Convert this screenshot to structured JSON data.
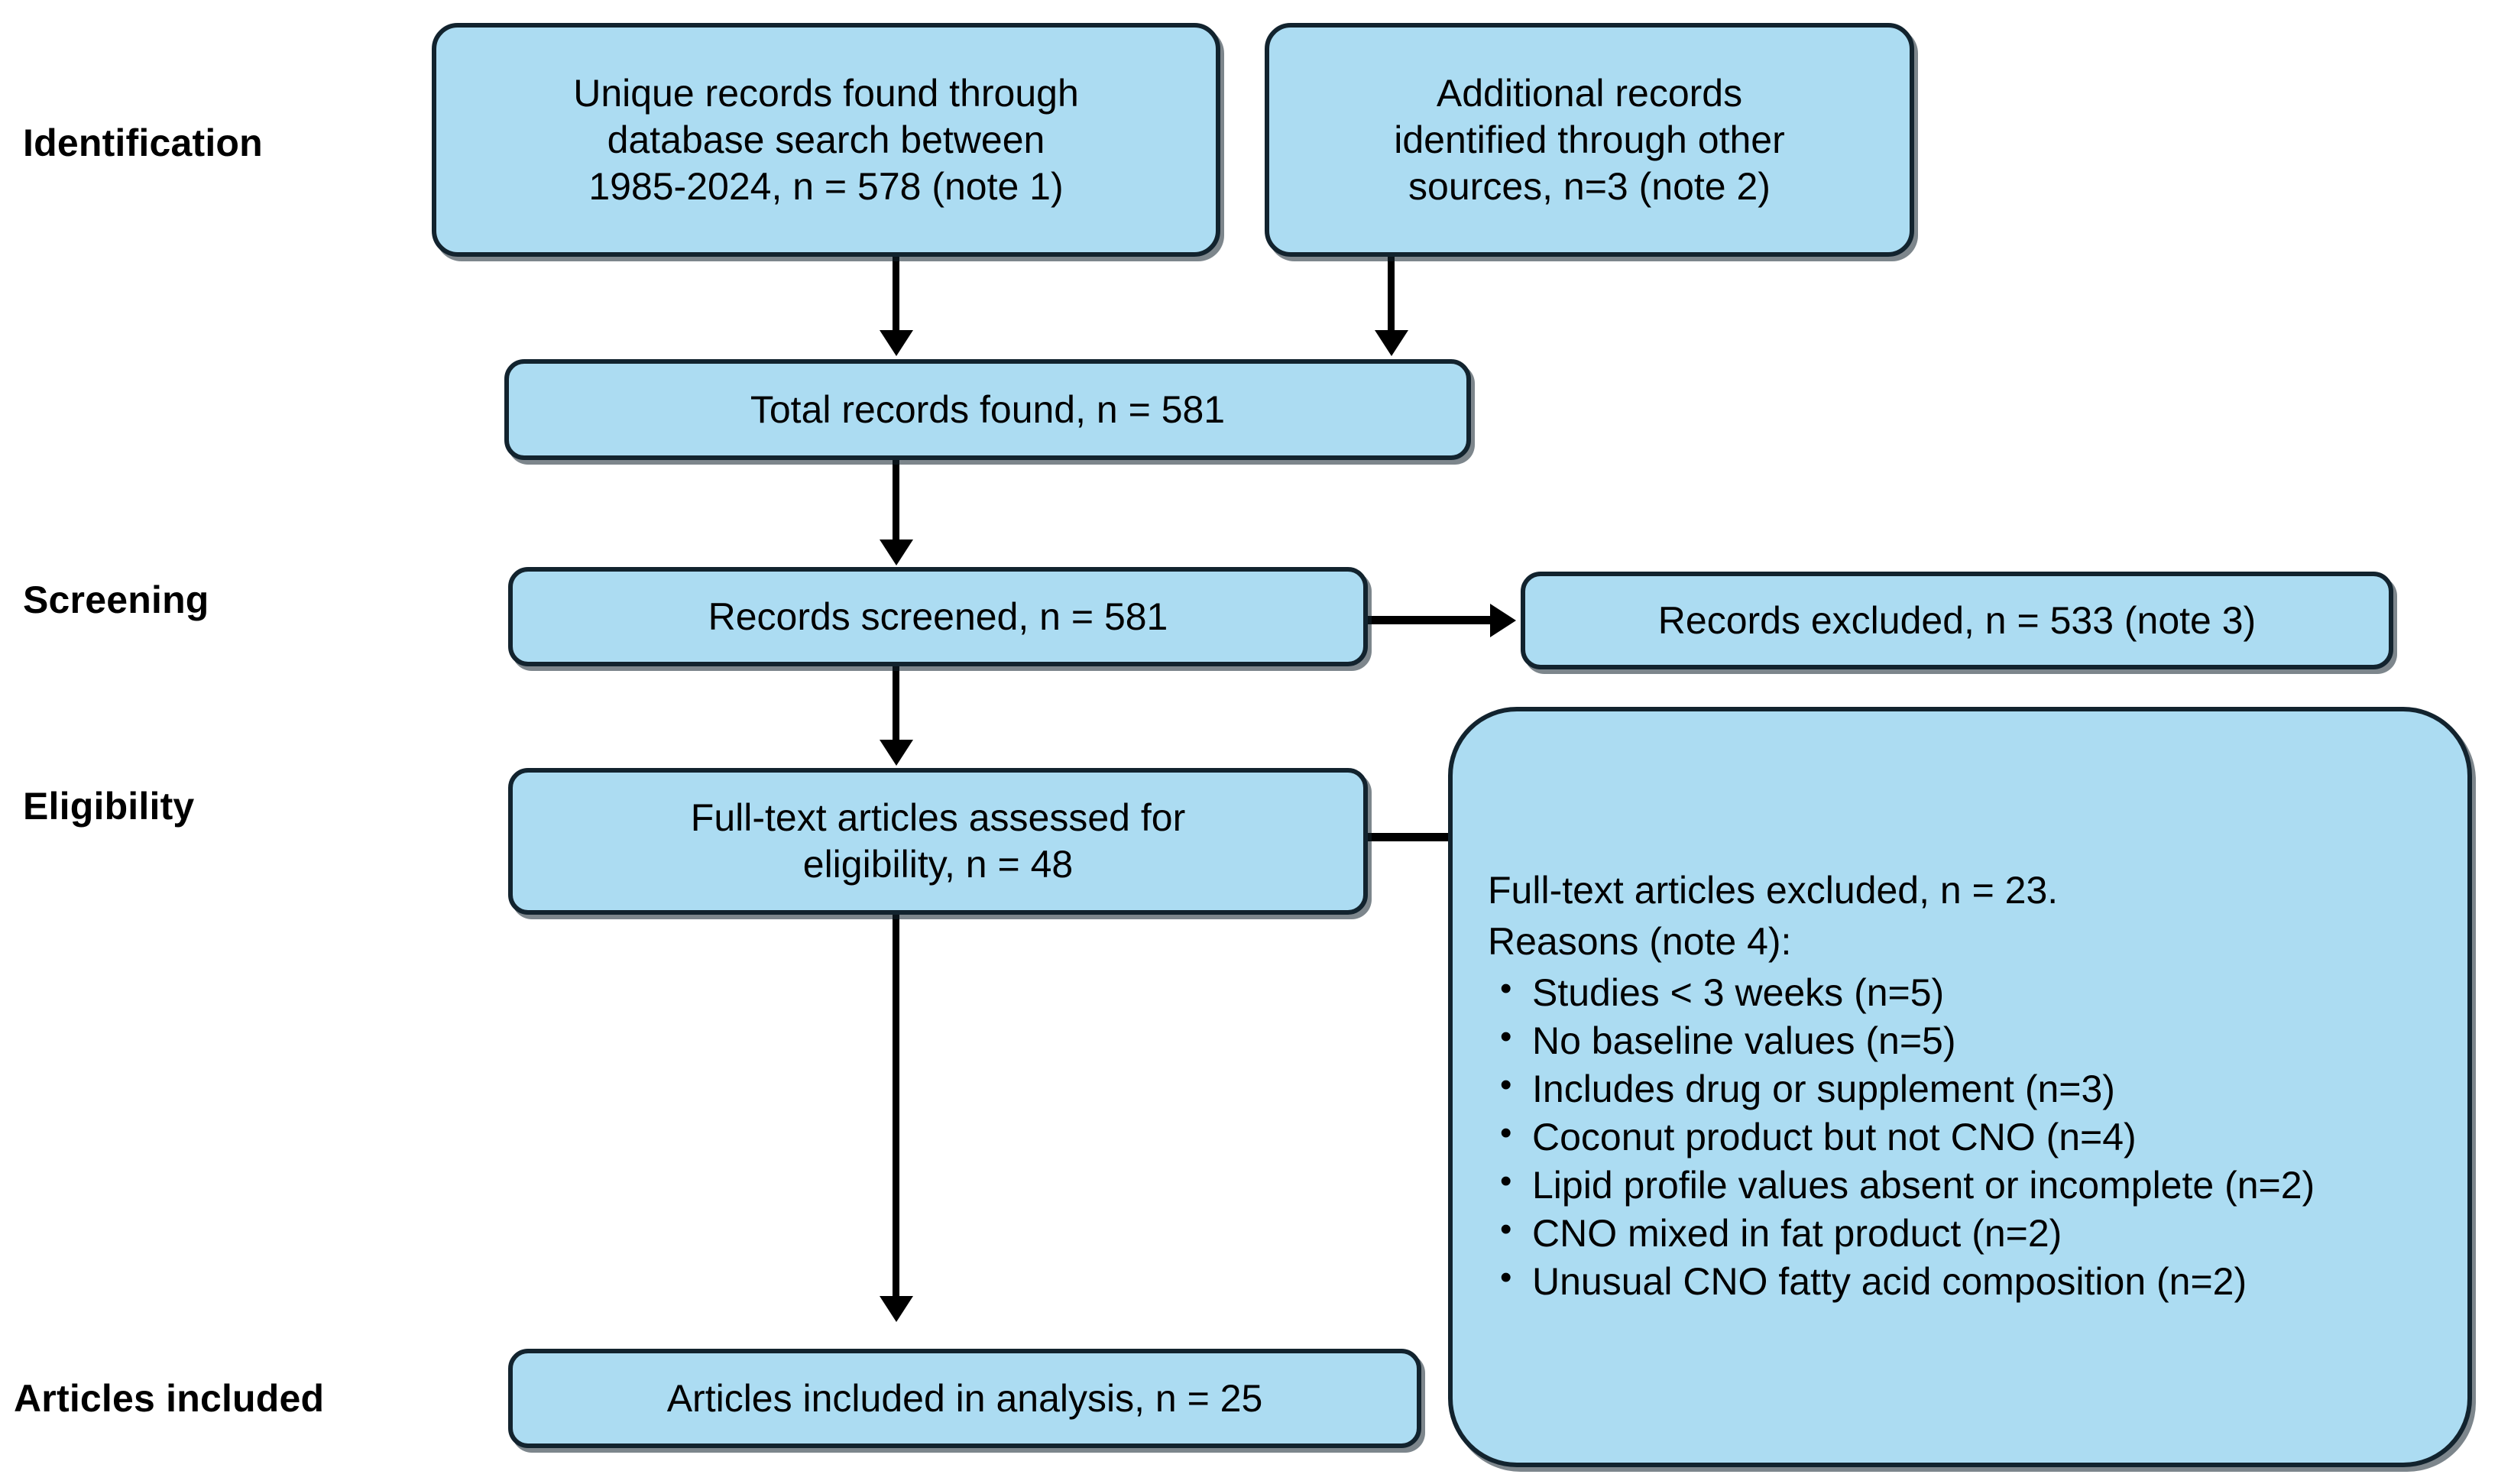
{
  "diagram": {
    "title": "PRISMA study selection flow diagram",
    "accent_fill": "#ACDCF2",
    "border_color": "#12232E",
    "connector_color": "#000000"
  },
  "stages": [
    {
      "id": "identification",
      "label": "Identification"
    },
    {
      "id": "screening",
      "label": "Screening"
    },
    {
      "id": "eligibility",
      "label": "Eligibility"
    },
    {
      "id": "included",
      "label": "Articles included"
    }
  ],
  "boxes": {
    "unique_records": {
      "line1": "Unique records found through",
      "line2": "database search between",
      "line3": "1985-2024, n = 578 (note 1)"
    },
    "additional_records": {
      "line1": "Additional records",
      "line2": "identified through other",
      "line3": "sources, n=3 (note 2)"
    },
    "total_records": {
      "text": "Total records found, n = 581"
    },
    "records_screened": {
      "text": "Records screened, n = 581"
    },
    "records_excluded": {
      "text": "Records excluded, n = 533 (note 3)"
    },
    "fulltext_assessed": {
      "line1": "Full-text articles assessed for",
      "line2": "eligibility, n = 48"
    },
    "articles_included": {
      "text": "Articles included in analysis, n = 25"
    },
    "fulltext_excluded": {
      "heading1": "Full-text articles excluded, n = 23.",
      "heading2": "Reasons (note 4):",
      "reasons": [
        "Studies < 3 weeks (n=5)",
        "No baseline values (n=5)",
        "Includes drug or supplement (n=3)",
        "Coconut product but not CNO (n=4)",
        "Lipid profile values absent or incomplete (n=2)",
        "CNO mixed in fat product (n=2)",
        "Unusual CNO fatty acid composition (n=2)"
      ]
    }
  },
  "chart_data": {
    "type": "diagram",
    "title": "PRISMA flow of study selection",
    "nodes": [
      {
        "id": "unique_records",
        "stage": "Identification",
        "label": "Unique records found through database search between 1985-2024, n = 578 (note 1)",
        "n": 578
      },
      {
        "id": "additional_records",
        "stage": "Identification",
        "label": "Additional records identified through other sources, n=3 (note 2)",
        "n": 3
      },
      {
        "id": "total_records",
        "stage": "Identification",
        "label": "Total records found, n = 581",
        "n": 581
      },
      {
        "id": "records_screened",
        "stage": "Screening",
        "label": "Records screened, n = 581",
        "n": 581
      },
      {
        "id": "records_excluded",
        "stage": "Screening",
        "label": "Records excluded, n = 533 (note 3)",
        "n": 533
      },
      {
        "id": "fulltext_assessed",
        "stage": "Eligibility",
        "label": "Full-text articles assessed for eligibility, n = 48",
        "n": 48
      },
      {
        "id": "fulltext_excluded",
        "stage": "Eligibility",
        "label": "Full-text articles excluded, n = 23",
        "n": 23
      },
      {
        "id": "articles_included",
        "stage": "Articles included",
        "label": "Articles included in analysis, n = 25",
        "n": 25
      }
    ],
    "edges": [
      {
        "from": "unique_records",
        "to": "total_records"
      },
      {
        "from": "additional_records",
        "to": "total_records"
      },
      {
        "from": "total_records",
        "to": "records_screened"
      },
      {
        "from": "records_screened",
        "to": "records_excluded"
      },
      {
        "from": "records_screened",
        "to": "fulltext_assessed"
      },
      {
        "from": "fulltext_assessed",
        "to": "fulltext_excluded"
      },
      {
        "from": "fulltext_assessed",
        "to": "articles_included"
      }
    ],
    "exclusion_reasons": [
      {
        "reason": "Studies < 3 weeks",
        "n": 5
      },
      {
        "reason": "No baseline values",
        "n": 5
      },
      {
        "reason": "Includes drug or supplement",
        "n": 3
      },
      {
        "reason": "Coconut product but not CNO",
        "n": 4
      },
      {
        "reason": "Lipid profile values absent or incomplete",
        "n": 2
      },
      {
        "reason": "CNO mixed in fat product",
        "n": 2
      },
      {
        "reason": "Unusual CNO fatty acid composition",
        "n": 2
      }
    ]
  }
}
